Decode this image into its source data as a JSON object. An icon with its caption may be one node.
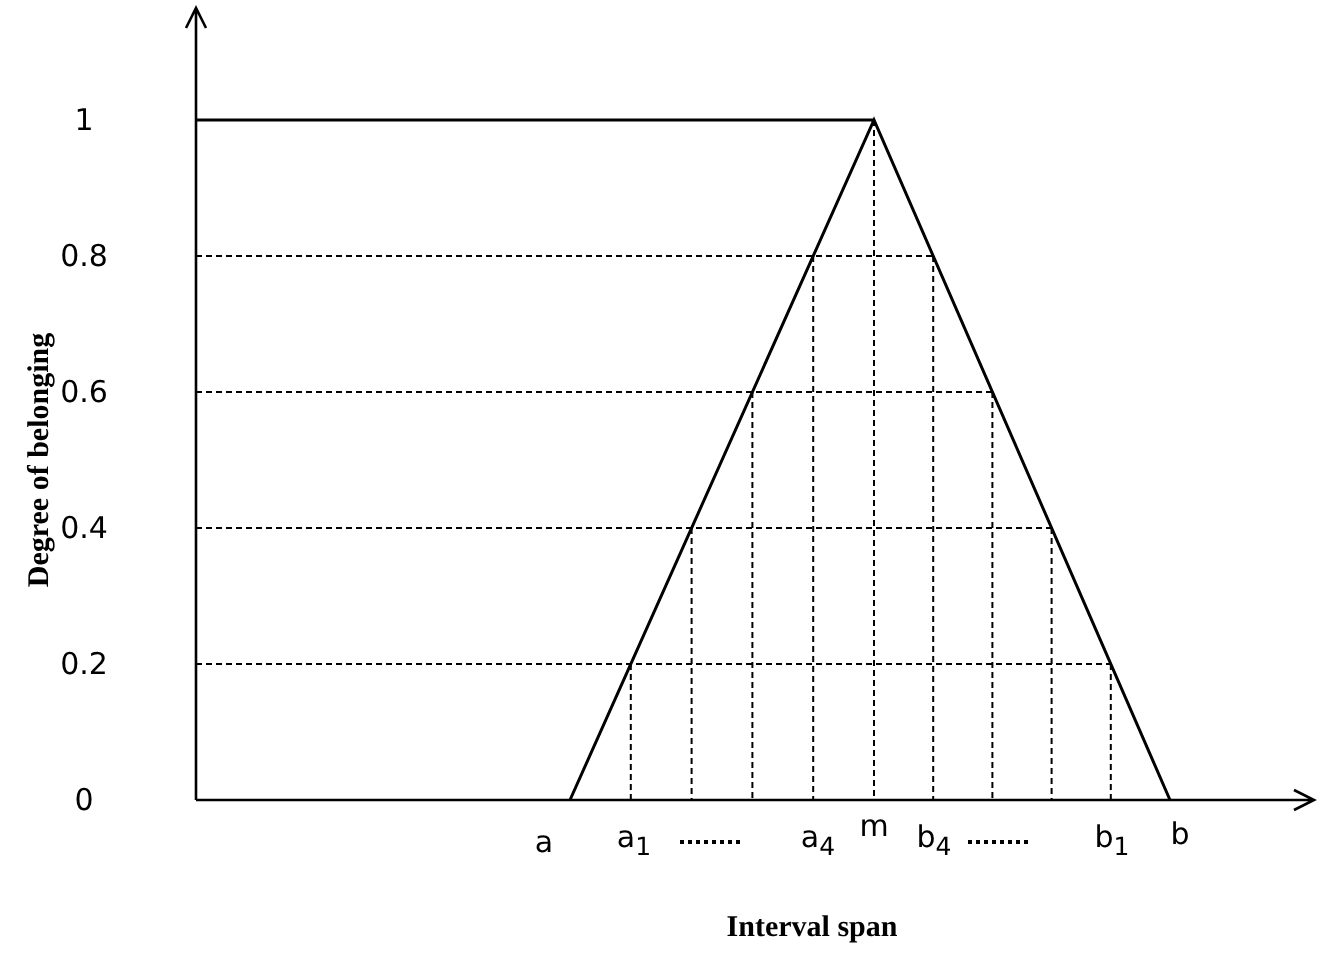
{
  "diagram": {
    "labels": [
      "1",
      "0.8",
      "0.6",
      "0.4",
      "0.2",
      "0",
      "a",
      "a$_{1}$",
      "a$_{4}$",
      "m",
      "b$_{4}$",
      "b$_{1}$",
      "b",
      "Degree of belonging",
      "Interval span"
    ]
  }
}
